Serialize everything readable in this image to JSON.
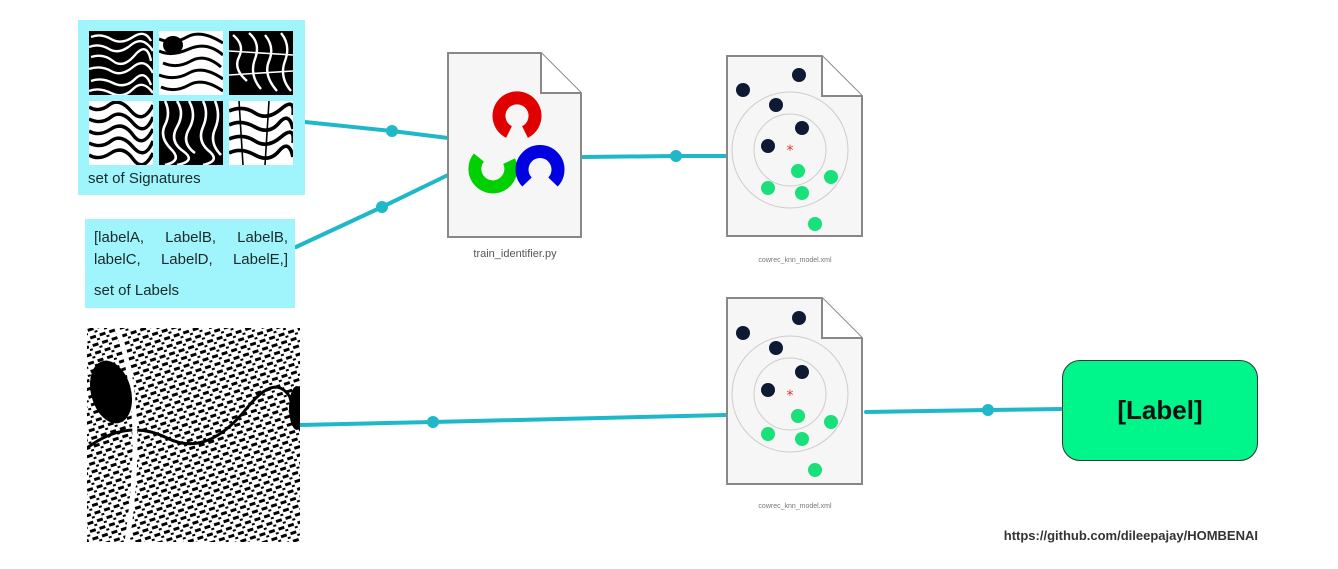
{
  "signatures_panel": {
    "caption": "set of Signatures",
    "tile_count": 6
  },
  "labels_panel": {
    "label_list": "[labelA, LabelB, LabelB, labelC, LabelD, LabelE,]",
    "caption": "set of Labels"
  },
  "training_script": {
    "filename": "train_identifier.py",
    "icon": "opencv-logo-icon"
  },
  "model_file_top": {
    "filename": "cowrec_knn_model.xml"
  },
  "model_file_bottom": {
    "filename": "cowrec_knn_model.xml"
  },
  "result": {
    "label": "[Label]"
  },
  "footer": {
    "url": "https://github.com/dileepajay/HOMBENAI"
  },
  "colors": {
    "panel_bg": "#9ff5fb",
    "connector": "#1fb8c8",
    "result_bg": "#00f58a",
    "dark_point": "#0e1a33",
    "green_point": "#19e07a",
    "query_star": "#e63030"
  }
}
